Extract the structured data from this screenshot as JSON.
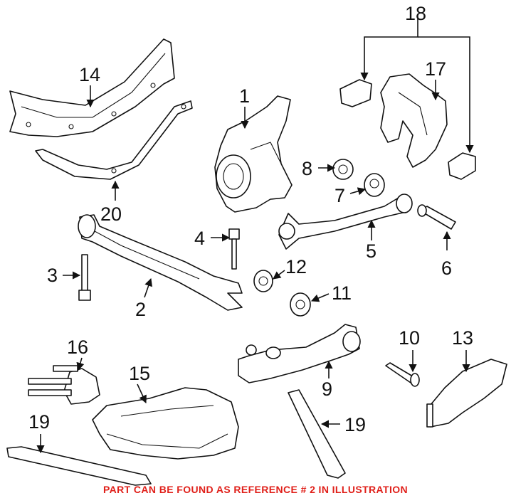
{
  "callouts": {
    "c1": "1",
    "c2": "2",
    "c3": "3",
    "c4": "4",
    "c5": "5",
    "c6": "6",
    "c7": "7",
    "c8": "8",
    "c9": "9",
    "c10": "10",
    "c11": "11",
    "c12": "12",
    "c13": "13",
    "c14": "14",
    "c15": "15",
    "c16": "16",
    "c17": "17",
    "c18": "18",
    "c19a": "19",
    "c19b": "19",
    "c20": "20"
  },
  "footer": {
    "text": "PART CAN BE FOUND AS REFERENCE # 2 IN ILLUSTRATION"
  },
  "colors": {
    "footer": "#e0201a",
    "ink": "#111111"
  }
}
